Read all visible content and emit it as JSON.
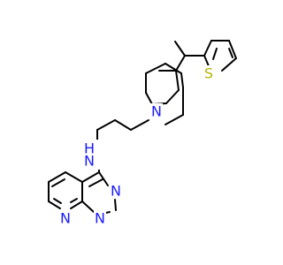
{
  "molecule": {
    "atoms": {
      "piperidine_n": "N",
      "amine_n": "N",
      "amine_h": "H",
      "pyrimidine_n_top": "N",
      "pyrimidine_n_mid": "N",
      "pyridine_n": "N",
      "thiophene_s": "S"
    },
    "colors": {
      "bond": "#000000",
      "nitrogen": "#1a1aff",
      "sulfur": "#b3b300",
      "background": "#ffffff"
    }
  }
}
